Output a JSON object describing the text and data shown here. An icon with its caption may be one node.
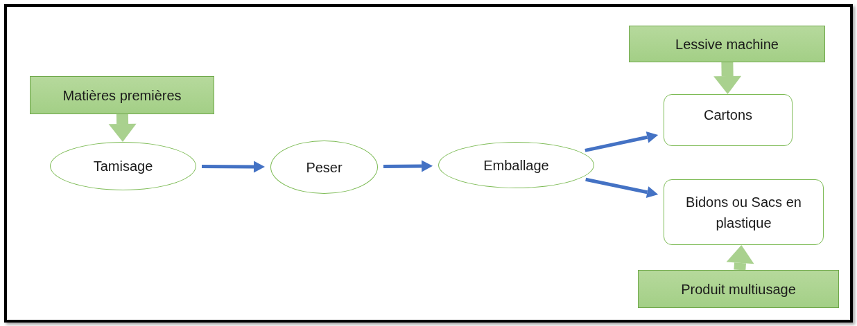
{
  "diagram": {
    "nodes": [
      {
        "text": [
          "Matières premières"
        ]
      },
      {
        "text": [
          "Tamisage"
        ]
      },
      {
        "text": [
          "Peser"
        ]
      },
      {
        "text": [
          "Emballage"
        ]
      },
      {
        "text": [
          "Lessive machine"
        ]
      },
      {
        "text": [
          "Cartons"
        ]
      },
      {
        "text": [
          "Bidons ou Sacs en plastique"
        ]
      },
      {
        "text": [
          "Produit multiusage"
        ]
      }
    ],
    "edges": [
      {
        "from": 0,
        "to": 1,
        "arrow": "to",
        "style": "thick",
        "color": "#a9d18e"
      },
      {
        "from": 1,
        "to": 2,
        "arrow": "to"
      },
      {
        "from": 2,
        "to": 3,
        "arrow": "to"
      },
      {
        "from": 3,
        "to": 5,
        "arrow": "to"
      },
      {
        "from": 3,
        "to": 6,
        "arrow": "to"
      },
      {
        "from": 4,
        "to": 5,
        "arrow": "to",
        "style": "thick",
        "color": "#a9d18e"
      },
      {
        "from": 7,
        "to": 6,
        "arrow": "to",
        "style": "thick",
        "color": "#a9d18e"
      }
    ]
  }
}
